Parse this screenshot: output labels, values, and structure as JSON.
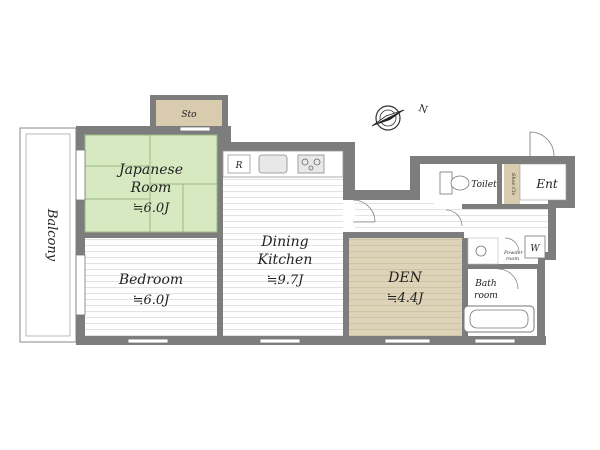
{
  "rooms": {
    "japanese": {
      "name1": "Japanese",
      "name2": "Room",
      "size": "≒6.0J"
    },
    "bedroom": {
      "name": "Bedroom",
      "size": "≒6.0J"
    },
    "dining": {
      "name1": "Dining",
      "name2": "Kitchen",
      "size": "≒9.7J"
    },
    "den": {
      "name": "DEN",
      "size": "≒4.4J"
    },
    "bath": {
      "name1": "Bath",
      "name2": "room"
    },
    "balcony": {
      "name": "Balcony"
    },
    "storage": {
      "name": "Sto"
    },
    "toilet": {
      "name": "Toilet"
    },
    "shoe": {
      "name": "Shoe Cls"
    },
    "entrance": {
      "name": "Ent"
    },
    "powder": {
      "name1": "Powder",
      "name2": "room"
    },
    "washer": {
      "name": "W"
    },
    "fridge": {
      "name": "R"
    }
  },
  "compass": {
    "label": "N"
  },
  "colors": {
    "wall": "#7d7d7d",
    "tatami": "#d6e9c0",
    "den": "#ddd3b8",
    "storage": "#d9ccae",
    "shoe": "#d9ccae",
    "floor_line": "#e0e0e0"
  }
}
